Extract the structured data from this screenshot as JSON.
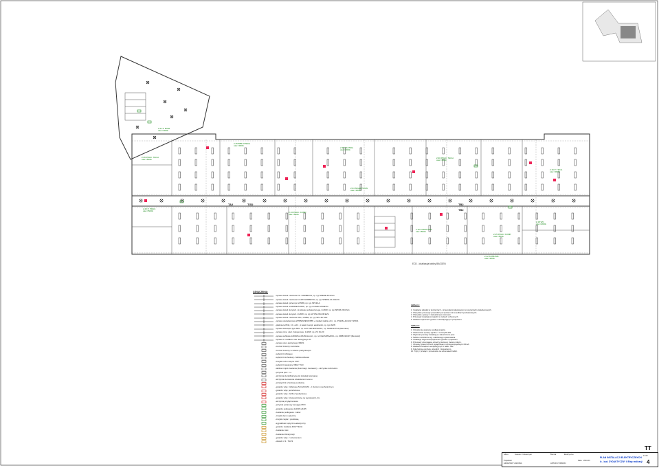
{
  "drawing": {
    "label_tt": "TT",
    "sheet_number": "4",
    "sheet_title": "PLAN INSTALACJI ELEKTRYCZNYCH",
    "sheet_subtitle": "Ic - bud. DYDAKTYCZNY II Etap realizacji",
    "scale": "1:100",
    "designer": "ARCHITEKT ZAKOWA",
    "legend_title": "OZNACZENIA:",
    "notes_title_1": "UWAGI 1:",
    "notes_title_2": "UWAGI 2:",
    "ecd_label": "ECD - lokalizacja tablicy BAGGEN"
  },
  "rooms": [
    {
      "id": "r1",
      "name": "2.25 BIBLIOTEKA",
      "sub": "ośw.=300lx"
    },
    {
      "id": "r2",
      "name": "2.26 PRAC. TECH",
      "sub": "ośw.=500lx"
    },
    {
      "id": "r3",
      "name": "2.21 P. BIUR.",
      "sub": "ośw.=300lx"
    },
    {
      "id": "r4",
      "name": "2.20 P. PRAC.",
      "sub": "ośw.=500lx"
    },
    {
      "id": "r5",
      "name": "2.38 SZATNIA",
      "sub": "ośw.=200lx"
    },
    {
      "id": "r6",
      "name": "2.30 PRAC. TECH",
      "sub": "ośw.=500lx"
    },
    {
      "id": "r7",
      "name": "2.04 SKLEP/STAN",
      "sub": "ośw.=300lx"
    },
    {
      "id": "r8",
      "name": "2.13 PRAC. KOMP.",
      "sub": "ośw.=500lx"
    },
    {
      "id": "r9",
      "name": "2.15 KOMPUTER",
      "sub": "ośw.=500lx"
    },
    {
      "id": "r10",
      "name": "2.16 P. TECH.",
      "sub": "ośw.=300lx"
    },
    {
      "id": "r11",
      "name": "2.15 PRAC. KOMP.",
      "sub": "ośw.=500lx"
    },
    {
      "id": "r12",
      "name": "2.12 KOMUNIK.",
      "sub": "ośw.=200lx"
    },
    {
      "id": "r13",
      "name": "2.18 WC",
      "sub": "ośw.=200lx"
    }
  ],
  "panels": [
    "TA2",
    "TGD",
    "TB2",
    "TB2"
  ],
  "legend": [
    "- oprawa świetl. rastrowa P.K. DARMEVIO, np. typ SPEDE-FK-EVG",
    "- oprawa świetl. rastrowa 4x14W DARMEVIO, np. typ SPEDE-12-42 EVG",
    "- oprawa świetl. przemysł. 2x58W, np. typ SP136-A",
    "- oprawa świetl. 2x36W/EVG/PRL, np. typ COSMO 236/EVG",
    "- oprawa świetl. korytarz. do sklepu podwieszonego, 2x26W, np. typ SPOM 226 EVG",
    "- oprawa świetl. korytarz. 2x26W, np. typ HYON 226-DR EVG",
    "- oprawa świetl. rastrowa VAG, 1x58W, np. typ SP-136 VAD",
    "- oprawa oświetleniowa 2X58W/ZIENO/P65 + zasilacz-kabla ochr., np. PS226-HH HOLT 2SNS",
    "- plafoniera IP44, tr.b. ochr., 1 świetl. kompl. elektroniki, np. typ AVPK",
    "- oprawa świecąca typu MIN. np. tech CELSPASAKKL, np. NAMO137/10 (Mercator)",
    "- oprawa inne: oświ. halogenowe, 1x20W, np. ZU 1N-20",
    "- oprawa sufitowa 1x60W/tor-DASW-kompl., np. ref CELSPASAKKL, np. DRBO1D407 (Mercator)",
    "- oprawa z modułem ośw. awaryjnego 3h",
    "- oprawa ośw. awaryjnego 3MHS",
    "- montaż ścienny na ścianie",
    "- montaż ścienny w ścianie podtynkowym",
    "- wyłącznik dźwięgu",
    "- wyłącznik schodowy / tablica kolbowa",
    "- czujnik ruchu natynk. 360°",
    "- wyłącznik awaryjny 3MHz TGD",
    "- tablica czujnik zasilania (Ilość klap). Zestawczy - skrzynka rozdzielcza",
    "- przycisk pkrz. c.o.",
    "- skrzynka identyfikacyjna do instalacji sterującej",
    "- skrzynka sterowania oświetleniem terenu",
    "- przełącznik schodowy podwójny",
    "- gniazdo wtyk. trójfazowe 5x16A DATA - z kluczem mechanicznym",
    "- gniazdo wtyk. jednofazowe",
    "- gniazdo wtyk. 2x2P+Z podtynkowe",
    "- gniazdo wtyk. bryzgoszczelne na wysokości 1,2m",
    "- skrzynka przyłączeniowa",
    "- przycisk pożarowy sterujący PPO",
    "- gniazdo podłogowe 2x230V+RJ45",
    "- zasilanie podłogowe - kabel",
    "- czujnik dymu optyczny",
    "- czujnik ciepła z podstawą",
    "- sygnalizator optyczno-akustyczny",
    "- gniazdo zasilania 400V TECH",
    "- zasilanie rolet",
    "- zasilanie klimatyzacji",
    "- gniazdo wtyk. z uziemieniem",
    "- obwód nr 3 - TA1/3"
  ],
  "notes_1": "1. Instalacje układać w korytarzach - przewodami kabelkowymi w korytarzach oświetleniowych.\n2. Wszystkie przewody prowadzić pod tynkiem lub w sufitach podwieszanych.\n3. Wszystkie oprawy z zaświetlonymi osłonami.\n4. Przewody instalacji prowadzić w rurkach ochronnych.\n5. Zasilanie wykonać zgodnie z obowiązującymi przepisami.",
  "notes_2": "1. Oświetlenie awaryjne według projektu.\n2. Zastosować oprawy zgodne z normą PN-EN.\n3. Wykonać pomiary instalacji po zakończeniu prac.\n4. Tablice rozdzielcze wg. oddzielnego opracowania.\n5. Instalację odgromową wykonać zgodnie z projektem.\n6. Przewody uziemiające oznaczyć kolorem zielono-żółtym.\n7. Obwody gniazd chronić wyłącznikami różnicowoprądowymi 30mA.\n8. Zasilanie urządzeń wentylacyjnych z tablic TB2.\n9. Kolorystykę osprzętu uzgodnić z inwestorem.\n10. Tryby / przełącz. przewodów na schematach tablic.",
  "titleblock": {
    "c1": "Adres",
    "c2": "Inwestor: Uniwersytet",
    "c3": "Projektant",
    "c4": "ARTUR CYWINSKI",
    "c5": "Branża",
    "c6": "Elektryczna",
    "c7": "Data",
    "c8": "2010-03"
  }
}
